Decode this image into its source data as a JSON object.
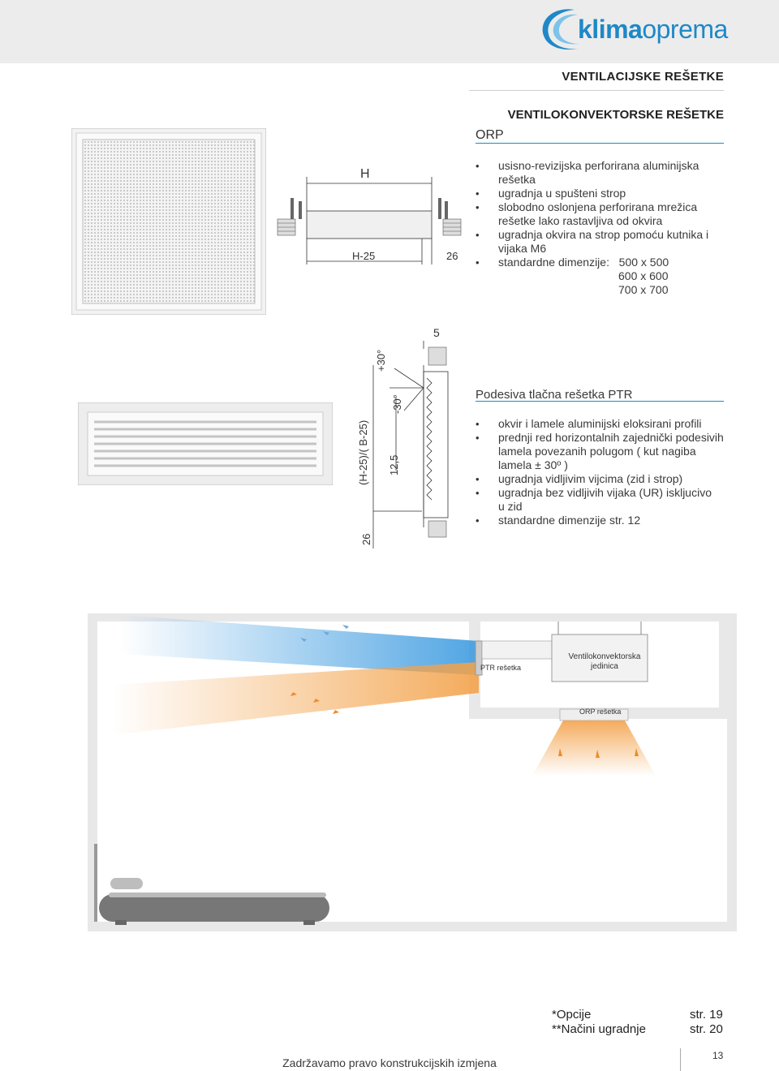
{
  "brand": {
    "logo_text_bold": "klima",
    "logo_text_rest": "oprema",
    "color": "#1e88c8"
  },
  "header": {
    "category": "VENTILACIJSKE REŠETKE",
    "section": "VENTILOKONVEKTORSKE REŠETKE"
  },
  "orp": {
    "title": "ORP",
    "bullets": [
      [
        "usisno-revizijska perforirana aluminijska",
        "rešetka"
      ],
      [
        "ugradnja u spušteni strop"
      ],
      [
        "slobodno oslonjena perforirana mrežica",
        "rešetke lako rastavljiva od okvira"
      ],
      [
        "ugradnja okvira na strop pomoću kutnika i",
        "vijaka M6"
      ]
    ],
    "dims_label": "standardne dimenzije:",
    "dims": [
      "500 x 500",
      "600 x 600",
      "700 x 700"
    ],
    "drawing": {
      "h": "H",
      "h25": "H-25",
      "d26": "26"
    }
  },
  "ptr": {
    "title": "Podesiva tlačna rešetka PTR",
    "bullets": [
      [
        "okvir i lamele aluminijski eloksirani profili"
      ],
      [
        "prednji red horizontalnih zajednički podesivih",
        "lamela povezanih polugom ( kut nagiba",
        "lamela ± 30º )"
      ],
      [
        "ugradnja vidljivim vijcima (zid i strop)"
      ],
      [
        "ugradnja bez vidljivih vijaka (UR) iskljucivo",
        "u zid"
      ],
      [
        "standardne dimenzije str. 12"
      ]
    ],
    "drawing": {
      "five": "5",
      "plus30": "+30°",
      "minus30": "-30°",
      "hb": "(H-25)/( B-25)",
      "d125": "12,5",
      "d26": "26"
    }
  },
  "room": {
    "ptr_label": "PTR rešetka",
    "unit_label": [
      "Ventilokonvektorska",
      "jedinica"
    ],
    "orp_label": "ORP rešetka"
  },
  "footer": {
    "options": "*Opcije",
    "options_page": "str. 19",
    "install": "**Načini ugradnje",
    "install_page": "str. 20",
    "note": "Zadržavamo pravo konstrukcijskih izmjena",
    "page_number": "13"
  }
}
